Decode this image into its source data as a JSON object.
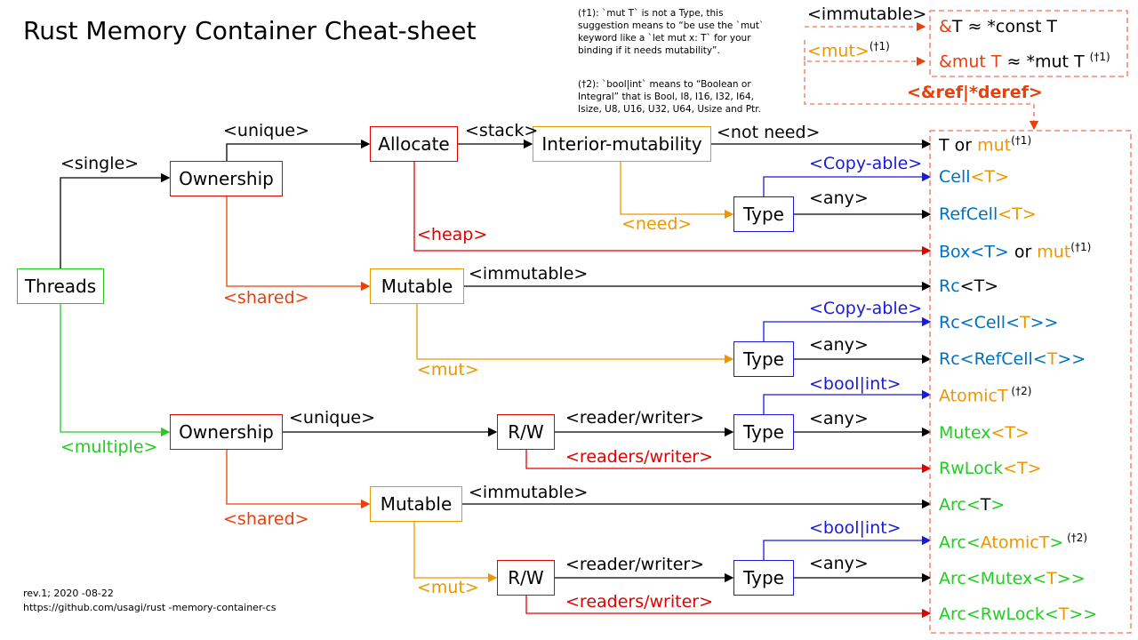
{
  "title": "Rust Memory Container Cheat-sheet",
  "notes": {
    "n1": [
      "(†1): `mut T` is not a Type, this",
      "suggestion means to “be use the `mut`",
      "keyword like a `let  mut x: T` for your",
      "binding if it needs mutability”."
    ],
    "n2": [
      "(†2): `bool|int` means to “Boolean or",
      "Integral” that is Bool, I8, I16, I32, I64,",
      "Isize, U8, U16, U32, U64,  Usize and Ptr."
    ]
  },
  "footer": {
    "rev": "rev.1; 2020 -08-22",
    "url": "https://github.com/usagi/rust  -memory-container-cs"
  },
  "boxes": {
    "threads": "Threads",
    "ownership1": "Ownership",
    "allocate": "Allocate",
    "interior": "Interior-mutability",
    "type1": "Type",
    "mutable1": "Mutable",
    "type2": "Type",
    "ownership2": "Ownership",
    "rw1": "R/W",
    "type3": "Type",
    "mutable2": "Mutable",
    "rw2": "R/W",
    "type4": "Type"
  },
  "labels": {
    "single": "<single>",
    "multiple": "<multiple>",
    "unique1": "<unique>",
    "shared1": "<shared>",
    "stack": "<stack>",
    "heap": "<heap>",
    "not_need": "<not need>",
    "need": "<need>",
    "copyable1": "<Copy-able>",
    "any1": "<any>",
    "immutable1": "<immutable>",
    "mut1": "<mut>",
    "copyable2": "<Copy-able>",
    "any2": "<any>",
    "unique2": "<unique>",
    "rw_reader1": "<reader/writer>",
    "readers1": "<readers/writer>",
    "boolint1": "<bool|int>",
    "any3": "<any>",
    "shared2": "<shared>",
    "immutable2": "<immutable>",
    "mut2": "<mut>",
    "rw_reader2": "<reader/writer>",
    "readers2": "<readers/writer>",
    "boolint2": "<bool|int>",
    "any4": "<any>",
    "ref_immutable": "<immutable>",
    "ref_mut": "<mut>",
    "ref_mut_sup": "(†1)",
    "ref_deref": "<&ref|*deref>"
  },
  "refs": {
    "r1_amp": "&",
    "r1_t": "T ≈ *const T",
    "r2_amp": "&mut T",
    "r2_t": " ≈ *mut T ",
    "r2_sup": "(†1)"
  },
  "results": {
    "t_or_mut": {
      "a": "T or ",
      "b": "mut",
      "sup": "(†1)"
    },
    "cell": {
      "a": "Cell",
      "b": "<T>"
    },
    "refcell": {
      "a": "RefCell",
      "b": "<T>"
    },
    "box": {
      "a": "Box",
      "b": "<T>",
      "c": " or ",
      "d": "mut",
      "sup": "(†1)"
    },
    "rc": {
      "a": "Rc",
      "b": "<T>"
    },
    "rc_cell": {
      "a": "Rc<Cell<",
      "b": "T",
      "c": ">>"
    },
    "rc_refcell": {
      "a": "Rc<RefCell<",
      "b": "T",
      "c": ">>"
    },
    "atomic": {
      "a": "AtomicT",
      "sup": " (†2)"
    },
    "mutex": {
      "a": "Mutex",
      "b": "<T>"
    },
    "rwlock": {
      "a": "RwLock",
      "b": "<T>"
    },
    "arc": {
      "a": "Arc<",
      "b": "T",
      "c": ">"
    },
    "arc_atomic": {
      "a": "Arc<",
      "b": "AtomicT",
      "c": ">",
      "sup": " (†2)"
    },
    "arc_mutex": {
      "a": "Arc<Mutex<",
      "b": "T",
      "c": ">>"
    },
    "arc_rwlock": {
      "a": "Arc<RwLock<",
      "b": "T",
      "c": ">>"
    }
  },
  "colors": {
    "green": "#22cc22",
    "red": "#e00000",
    "orange": "#ed9700",
    "blue": "#1a1adc",
    "lightblue": "#0070c0",
    "redorange": "#e8400c",
    "dashed": "#f07050",
    "black": "#000000"
  }
}
